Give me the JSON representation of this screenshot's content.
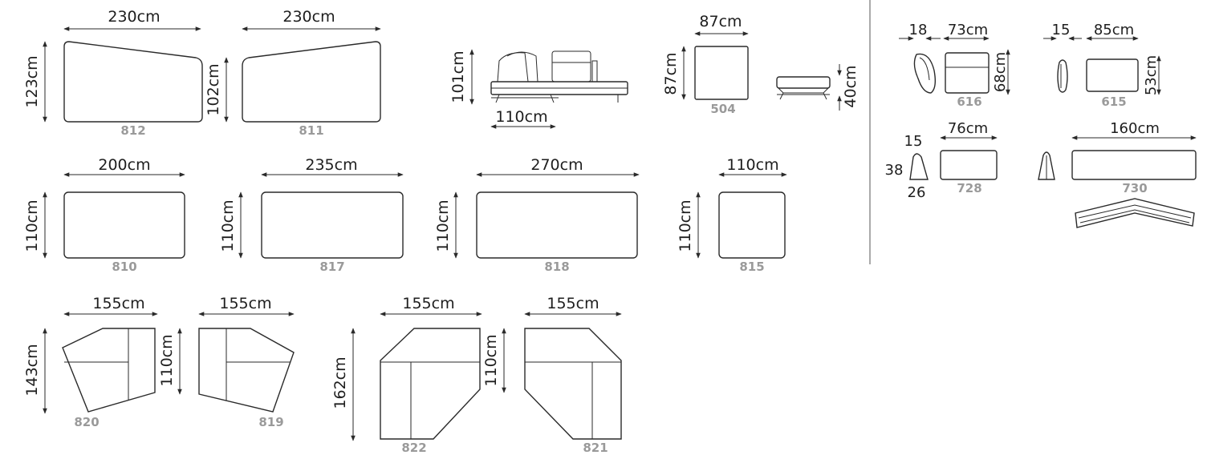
{
  "modules": {
    "m812": {
      "code": "812",
      "width": "230cm",
      "height": "123cm"
    },
    "m811": {
      "code": "811",
      "width": "230cm",
      "height": "102cm"
    },
    "side_view": {
      "height": "101cm",
      "depth": "110cm"
    },
    "m504": {
      "code": "504",
      "width": "87cm",
      "depth": "87cm",
      "height": "40cm"
    },
    "m810": {
      "code": "810",
      "width": "200cm",
      "depth": "110cm"
    },
    "m817": {
      "code": "817",
      "width": "235cm",
      "depth": "110cm"
    },
    "m818": {
      "code": "818",
      "width": "270cm",
      "depth": "110cm"
    },
    "m815": {
      "code": "815",
      "width": "110cm",
      "depth": "110cm"
    },
    "m820": {
      "code": "820",
      "width": "155cm",
      "depth": "143cm"
    },
    "m819": {
      "code": "819",
      "width": "155cm",
      "depth": "110cm"
    },
    "m822": {
      "code": "822",
      "width": "155cm",
      "depth": "162cm"
    },
    "m821": {
      "code": "821",
      "width": "155cm",
      "depth": "110cm"
    }
  },
  "cushions": {
    "c616": {
      "code": "616",
      "thickness": "18",
      "width": "73cm",
      "height": "68cm"
    },
    "c615": {
      "code": "615",
      "thickness": "15",
      "width": "85cm",
      "height": "53cm"
    },
    "c728": {
      "code": "728",
      "top": "15",
      "side": "38",
      "bottom": "26",
      "width": "76cm"
    },
    "c730": {
      "code": "730",
      "width": "160cm"
    }
  }
}
